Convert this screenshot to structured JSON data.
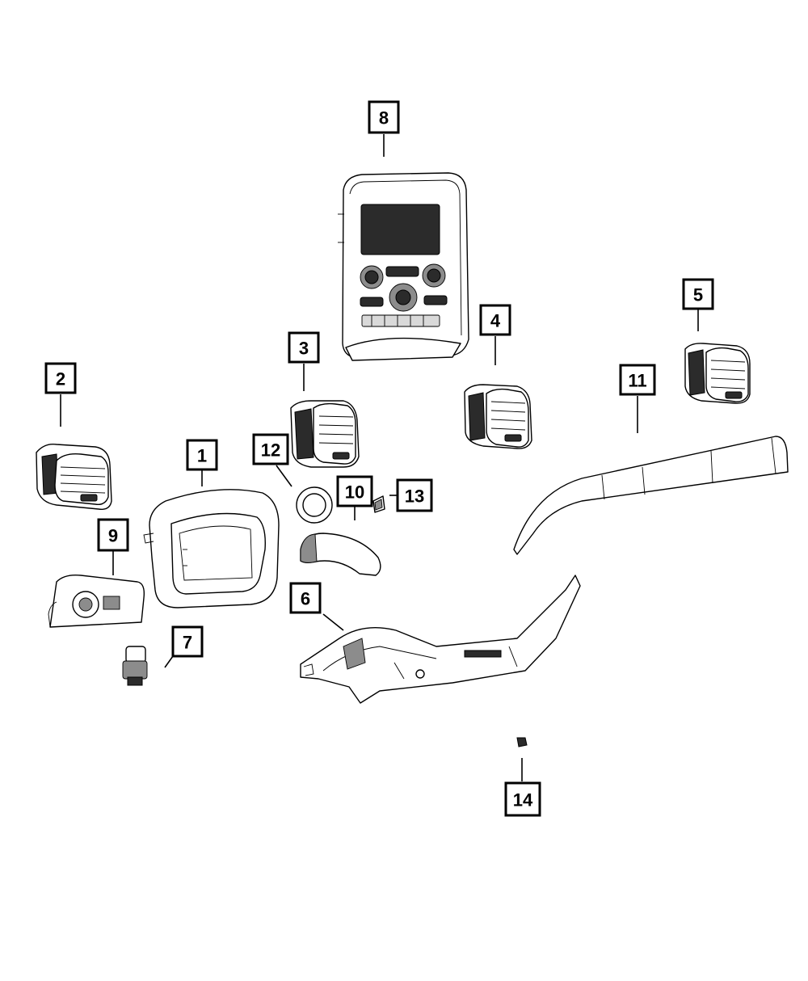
{
  "callouts": {
    "c1": "1",
    "c2": "2",
    "c3": "3",
    "c4": "4",
    "c5": "5",
    "c6": "6",
    "c7": "7",
    "c8": "8",
    "c9": "9",
    "c10": "10",
    "c11": "11",
    "c12": "12",
    "c13": "13",
    "c14": "14"
  },
  "colors": {
    "line": "#000000",
    "background": "#ffffff",
    "shade_dark": "#2b2b2b",
    "shade_mid": "#8c8c8c"
  }
}
